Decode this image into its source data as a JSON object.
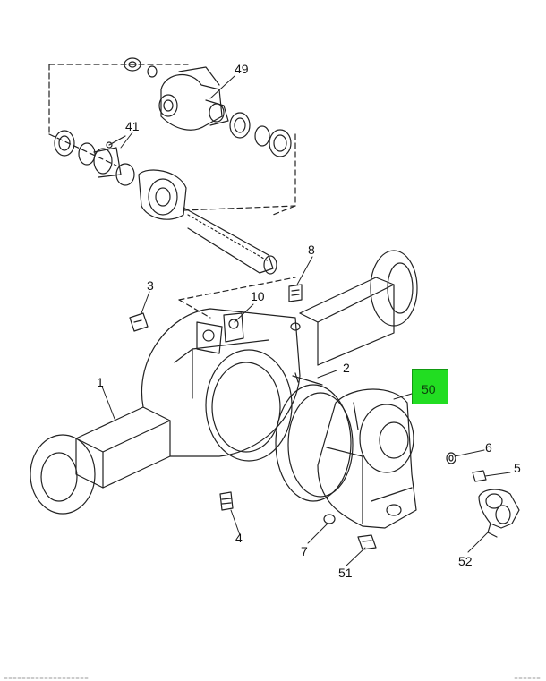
{
  "callouts": {
    "c1": "1",
    "c2": "2",
    "c3": "3",
    "c4": "4",
    "c5": "5",
    "c6": "6",
    "c7": "7",
    "c8": "8",
    "c10": "10",
    "c41": "41",
    "c49": "49",
    "c50": "50",
    "c51": "51",
    "c52": "52"
  },
  "highlight_color": "#22dd22",
  "footer": {
    "left": "",
    "right": ""
  }
}
